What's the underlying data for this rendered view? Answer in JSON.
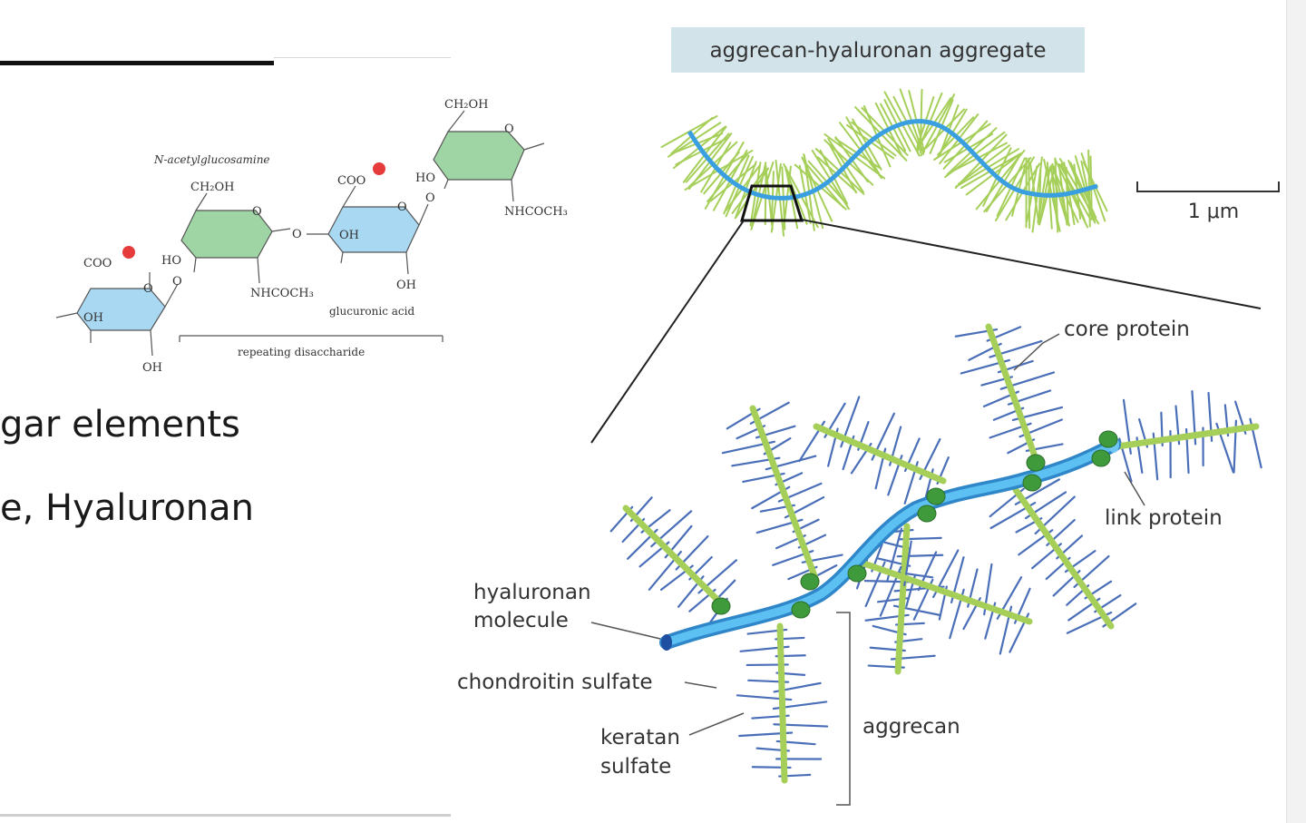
{
  "slide": {
    "line1": "gar elements",
    "line2": "e, Hyaluronan"
  },
  "structure": {
    "label_nacetyl": "N-acetylglucosamine",
    "label_glucuronic": "glucuronic acid",
    "label_repeating": "repeating disaccharide",
    "ch2oh": "CH₂OH",
    "coo": "COO",
    "oh": "OH",
    "ho": "HO",
    "o": "O",
    "nhcoch3": "NHCOCH₃"
  },
  "aggregate": {
    "title": "aggrecan-hyaluronan aggregate",
    "scale_label": "1 μm"
  },
  "detail": {
    "core_protein": "core protein",
    "link_protein": "link protein",
    "hyaluronan_l1": "hyaluronan",
    "hyaluronan_l2": "molecule",
    "chondroitin": "chondroitin sulfate",
    "keratan_l1": "keratan",
    "keratan_l2": "sulfate",
    "aggrecan": "aggrecan"
  },
  "colors": {
    "hyaluronan": "#3a9fe0",
    "protein": "#a6cf5a",
    "chains": "#4a6fb8",
    "link": "#3e9a3a",
    "title_bg": "#d3e3ea",
    "ring_blue": "#a9d8f2",
    "ring_green": "#9fd4a4",
    "charge": "#e53b3b"
  }
}
